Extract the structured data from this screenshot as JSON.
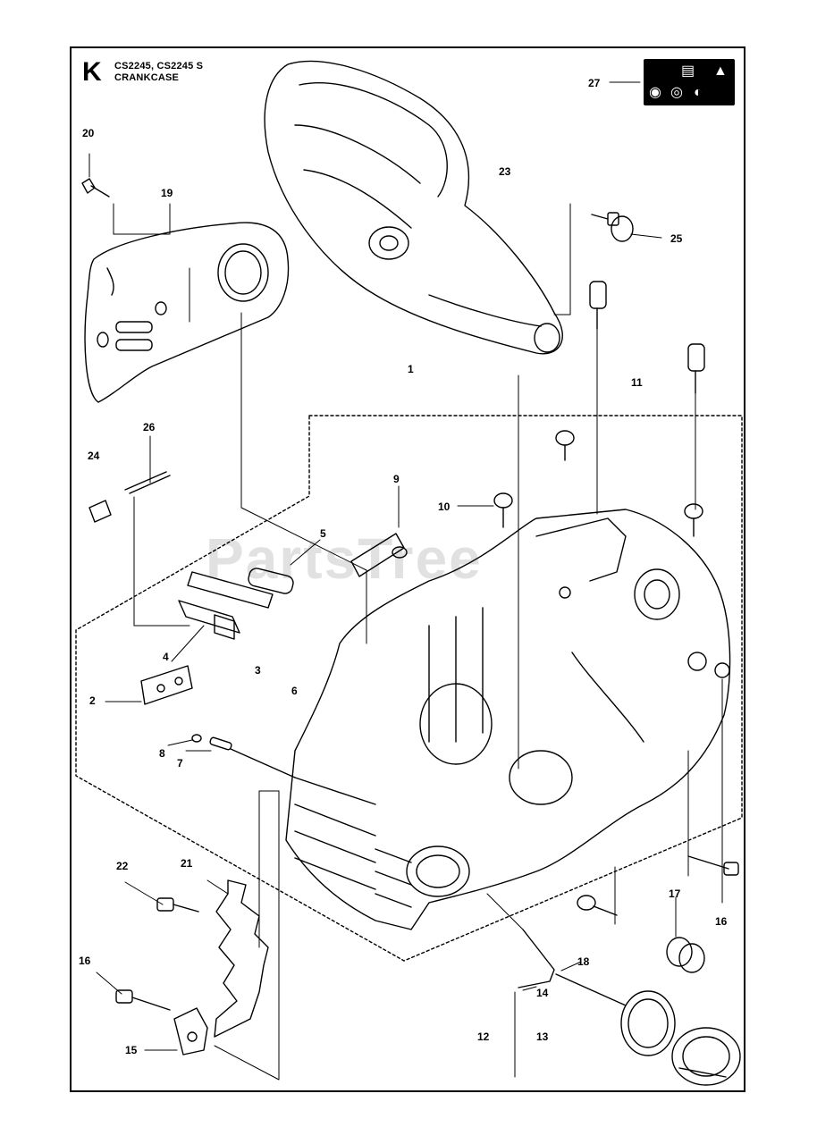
{
  "header": {
    "section_letter": "K",
    "model_line": "CS2245, CS2245 S",
    "section_title": "CRANKCASE"
  },
  "watermark": "PartsTree",
  "badge": {
    "icons": [
      "manual-icon",
      "warning-icon",
      "fuel-icon",
      "oil-icon",
      "choke-icon"
    ]
  },
  "part_numbers": [
    {
      "id": "27",
      "label": "27"
    },
    {
      "id": "20",
      "label": "20"
    },
    {
      "id": "19",
      "label": "19"
    },
    {
      "id": "23",
      "label": "23"
    },
    {
      "id": "25",
      "label": "25"
    },
    {
      "id": "1",
      "label": "1"
    },
    {
      "id": "11",
      "label": "11"
    },
    {
      "id": "24",
      "label": "24"
    },
    {
      "id": "26",
      "label": "26"
    },
    {
      "id": "9",
      "label": "9"
    },
    {
      "id": "10",
      "label": "10"
    },
    {
      "id": "5",
      "label": "5"
    },
    {
      "id": "4",
      "label": "4"
    },
    {
      "id": "3",
      "label": "3"
    },
    {
      "id": "6",
      "label": "6"
    },
    {
      "id": "2",
      "label": "2"
    },
    {
      "id": "8",
      "label": "8"
    },
    {
      "id": "7",
      "label": "7"
    },
    {
      "id": "22",
      "label": "22"
    },
    {
      "id": "21",
      "label": "21"
    },
    {
      "id": "17",
      "label": "17"
    },
    {
      "id": "16a",
      "label": "16"
    },
    {
      "id": "18",
      "label": "18"
    },
    {
      "id": "14",
      "label": "14"
    },
    {
      "id": "16b",
      "label": "16"
    },
    {
      "id": "15",
      "label": "15"
    },
    {
      "id": "12",
      "label": "12"
    },
    {
      "id": "13",
      "label": "13"
    }
  ]
}
